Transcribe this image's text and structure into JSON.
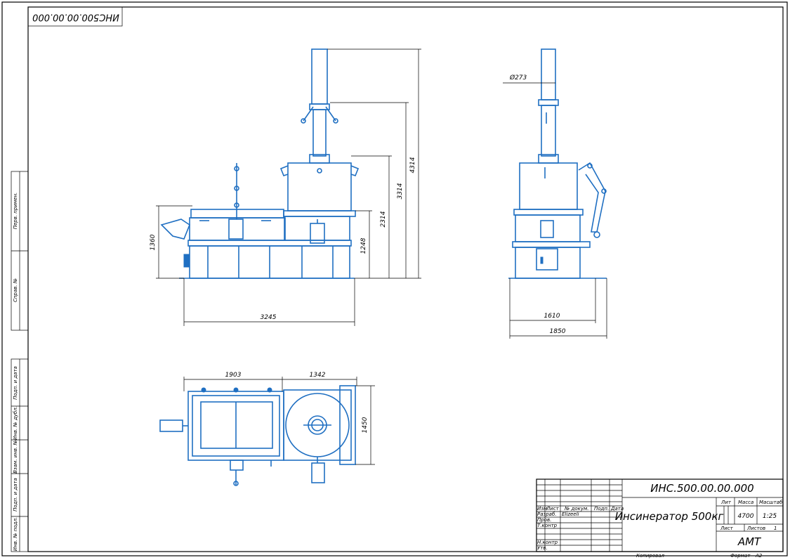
{
  "stamp_top": "ИНС500.00.00.000",
  "side_strip": {
    "perv_primen": "Перв. примен.",
    "sprav_no": "Справ. №",
    "podp_data_1": "Подп. и дата",
    "inv_dubl": "Инв. № дубл.",
    "vzam_inv": "Взам. инв. №",
    "podp_data_2": "Подп. и дата",
    "inv_podl": "Инв. № подл."
  },
  "dimensions": {
    "front_stack_total": "4314",
    "front_stack_mid": "3314",
    "front_body": "2314",
    "front_frame": "1248",
    "front_left_h": "1360",
    "front_width": "3245",
    "side_diameter": "Ø273",
    "side_inner": "1610",
    "side_outer": "1850",
    "plan_left": "1903",
    "plan_right": "1342",
    "plan_height": "1450"
  },
  "title_block": {
    "designation": "ИНС.500.00.00.000",
    "name": "Инсинератор 500кг",
    "headers": {
      "izm": "Изм",
      "list": "Лист",
      "doc_no": "№ докум.",
      "podp": "Подп.",
      "data": "Дата"
    },
    "rows": {
      "razrab": "Разраб.",
      "razrab_name": "Elizeeli",
      "prov": "Пров.",
      "tkontr": "Т.контр",
      "nkontr": "Н.контр",
      "utv": "Утв."
    },
    "lit_label": "Лит",
    "massa_label": "Масса",
    "masshtab_label": "Масштаб",
    "massa": "4700",
    "masshtab": "1:25",
    "list_label": "Лист",
    "listov_label": "Листов",
    "listov": "1",
    "org": "АМТ",
    "kopiroval": "Копировал",
    "format_label": "Формат",
    "format": "А2"
  }
}
